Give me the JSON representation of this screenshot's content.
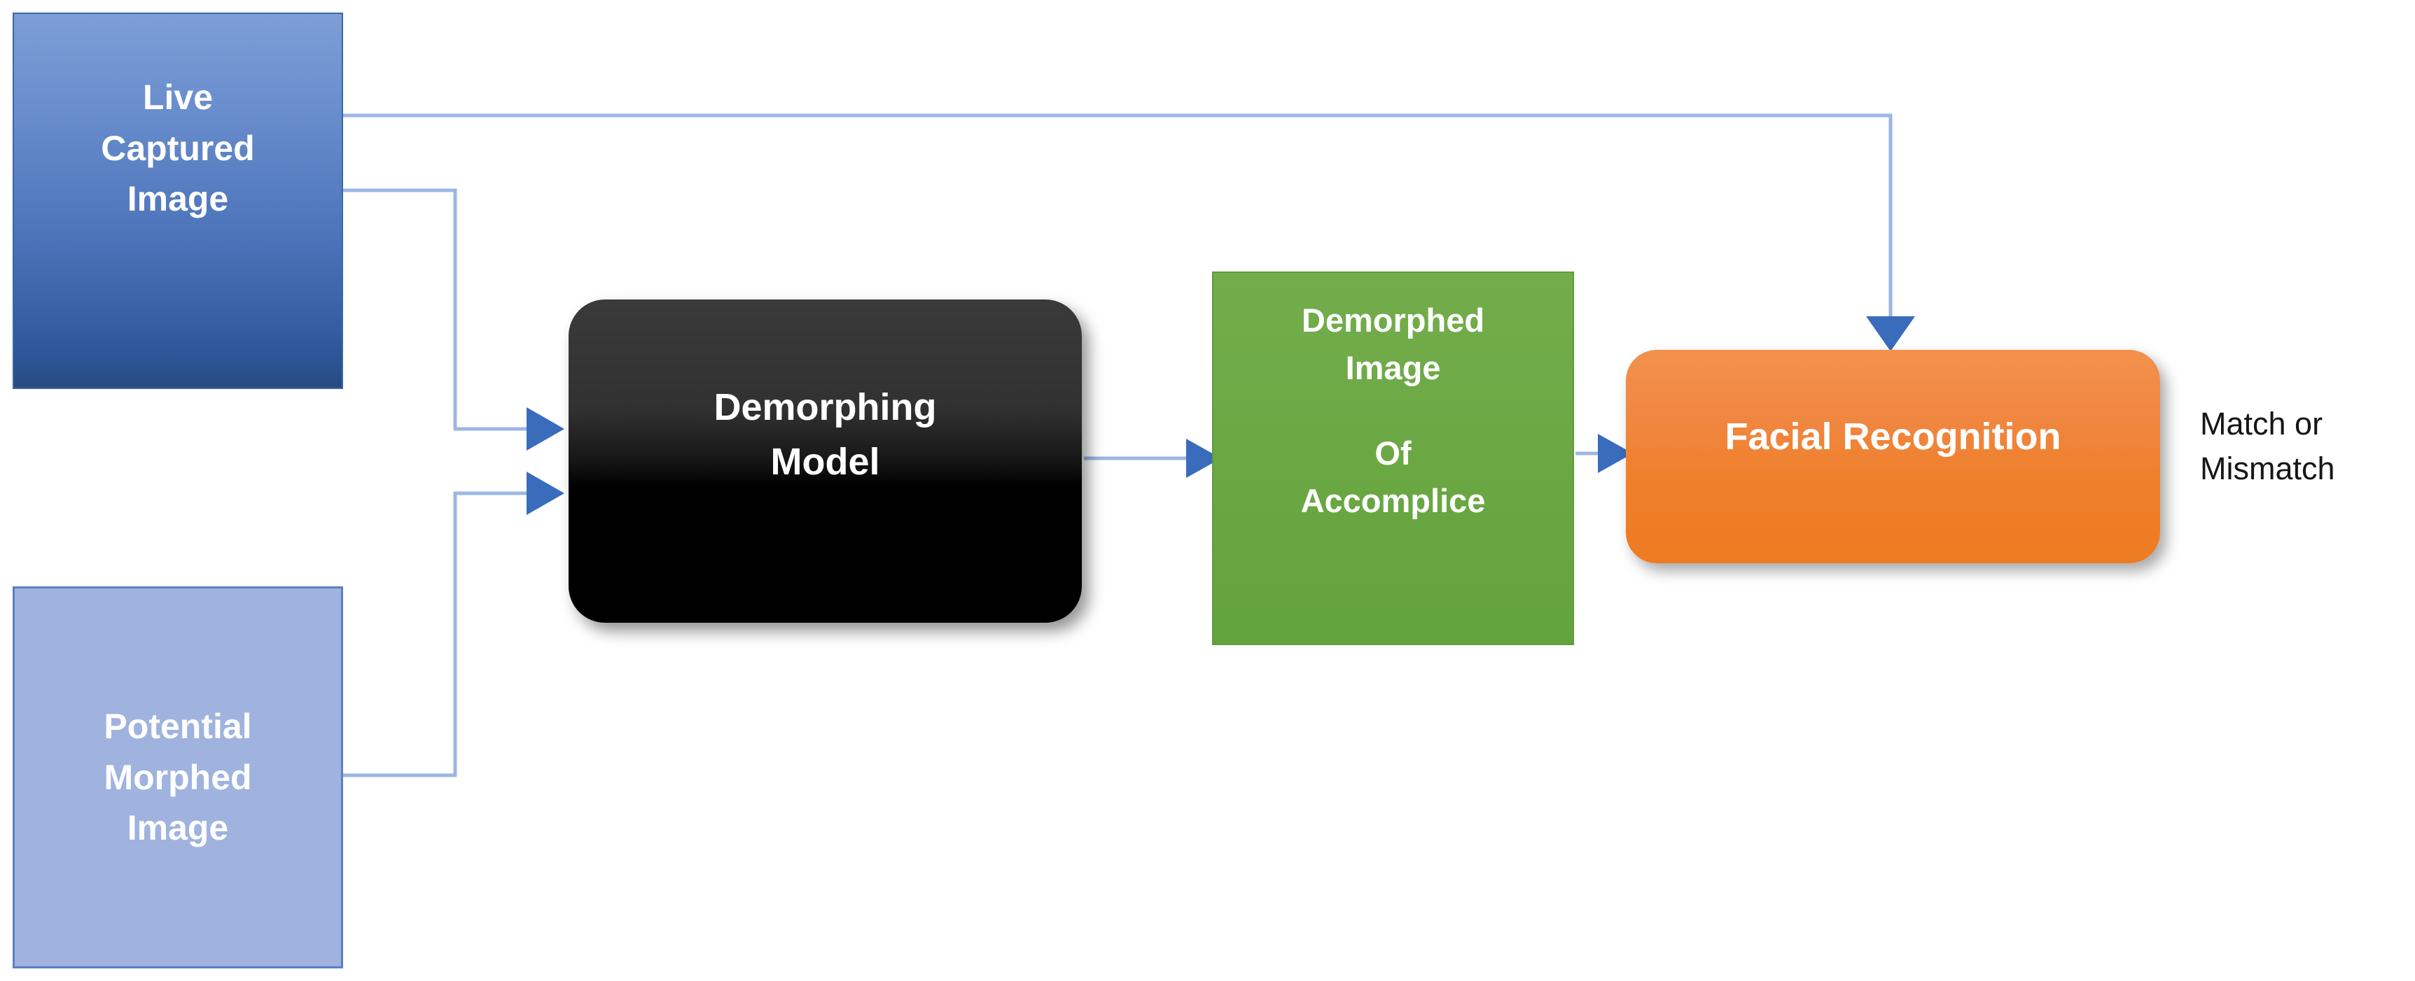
{
  "diagram": {
    "title": "Demorphing based face verification pipeline",
    "background": "#ffffff",
    "type": "flowchart",
    "nodes": [
      {
        "id": "live-captured-image",
        "label_lines": [
          "Live",
          "Captured",
          "Image"
        ],
        "shape": "rectangle",
        "fill": "#4a72b8",
        "fill_style": "gradient-blue",
        "border": "#3c66ab",
        "text_color": "#ffffff"
      },
      {
        "id": "potential-morphed-image",
        "label_lines": [
          "Potential",
          "Morphed",
          "Image"
        ],
        "shape": "rectangle",
        "fill": "#9fb3de",
        "fill_style": "flat",
        "border": "#5b7fc4",
        "text_color": "#ffffff"
      },
      {
        "id": "demorphing-model",
        "label_lines": [
          "Demorphing",
          "Model"
        ],
        "shape": "rounded-rectangle",
        "fill": "#000000",
        "fill_style": "gradient-black",
        "text_color": "#ffffff"
      },
      {
        "id": "demorphed-image-of-accomplice",
        "label_lines": [
          "Demorphed",
          "Image",
          "Of",
          "Accomplice"
        ],
        "shape": "rectangle",
        "fill": "#64a63f",
        "fill_style": "flat-green",
        "text_color": "#ffffff"
      },
      {
        "id": "facial-recognition",
        "label_lines": [
          "Facial Recognition"
        ],
        "shape": "rounded-rectangle",
        "fill": "#ef7f2a",
        "fill_style": "gradient-orange",
        "text_color": "#ffffff"
      }
    ],
    "annotations": [
      {
        "id": "output-result",
        "label_lines": [
          "Match or",
          "Mismatch"
        ],
        "text_color": "#161616"
      }
    ],
    "connectors": [
      {
        "id": "live-to-facial",
        "from": "live-captured-image",
        "to": "facial-recognition",
        "style": "elbow",
        "arrow": "down",
        "color": "#9cb6e4",
        "arrow_color": "#3a6cbc"
      },
      {
        "id": "live-to-demorphing",
        "from": "live-captured-image",
        "to": "demorphing-model",
        "style": "elbow",
        "arrow": "right",
        "color": "#9cb6e4",
        "arrow_color": "#3a6cbc"
      },
      {
        "id": "morphed-to-demorphing",
        "from": "potential-morphed-image",
        "to": "demorphing-model",
        "style": "elbow",
        "arrow": "right",
        "color": "#9cb6e4",
        "arrow_color": "#3a6cbc"
      },
      {
        "id": "demorphing-to-green",
        "from": "demorphing-model",
        "to": "demorphed-image-of-accomplice",
        "style": "straight",
        "arrow": "right",
        "color": "#9cb6e4",
        "arrow_color": "#3a6cbc"
      },
      {
        "id": "green-to-facial",
        "from": "demorphed-image-of-accomplice",
        "to": "facial-recognition",
        "style": "straight",
        "arrow": "right",
        "color": "#9cb6e4",
        "arrow_color": "#3a6cbc"
      }
    ]
  },
  "nodes": {
    "live": {
      "l1": "Live",
      "l2": "Captured",
      "l3": "Image"
    },
    "morphed": {
      "l1": "Potential",
      "l2": "Morphed",
      "l3": "Image"
    },
    "demorph": {
      "l1": "Demorphing",
      "l2": "Model"
    },
    "green": {
      "l1": "Demorphed",
      "l2": "Image",
      "l3": "Of",
      "l4": "Accomplice"
    },
    "facial": {
      "l1": "Facial Recognition"
    },
    "output": {
      "l1": "Match or",
      "l2": "Mismatch"
    }
  }
}
